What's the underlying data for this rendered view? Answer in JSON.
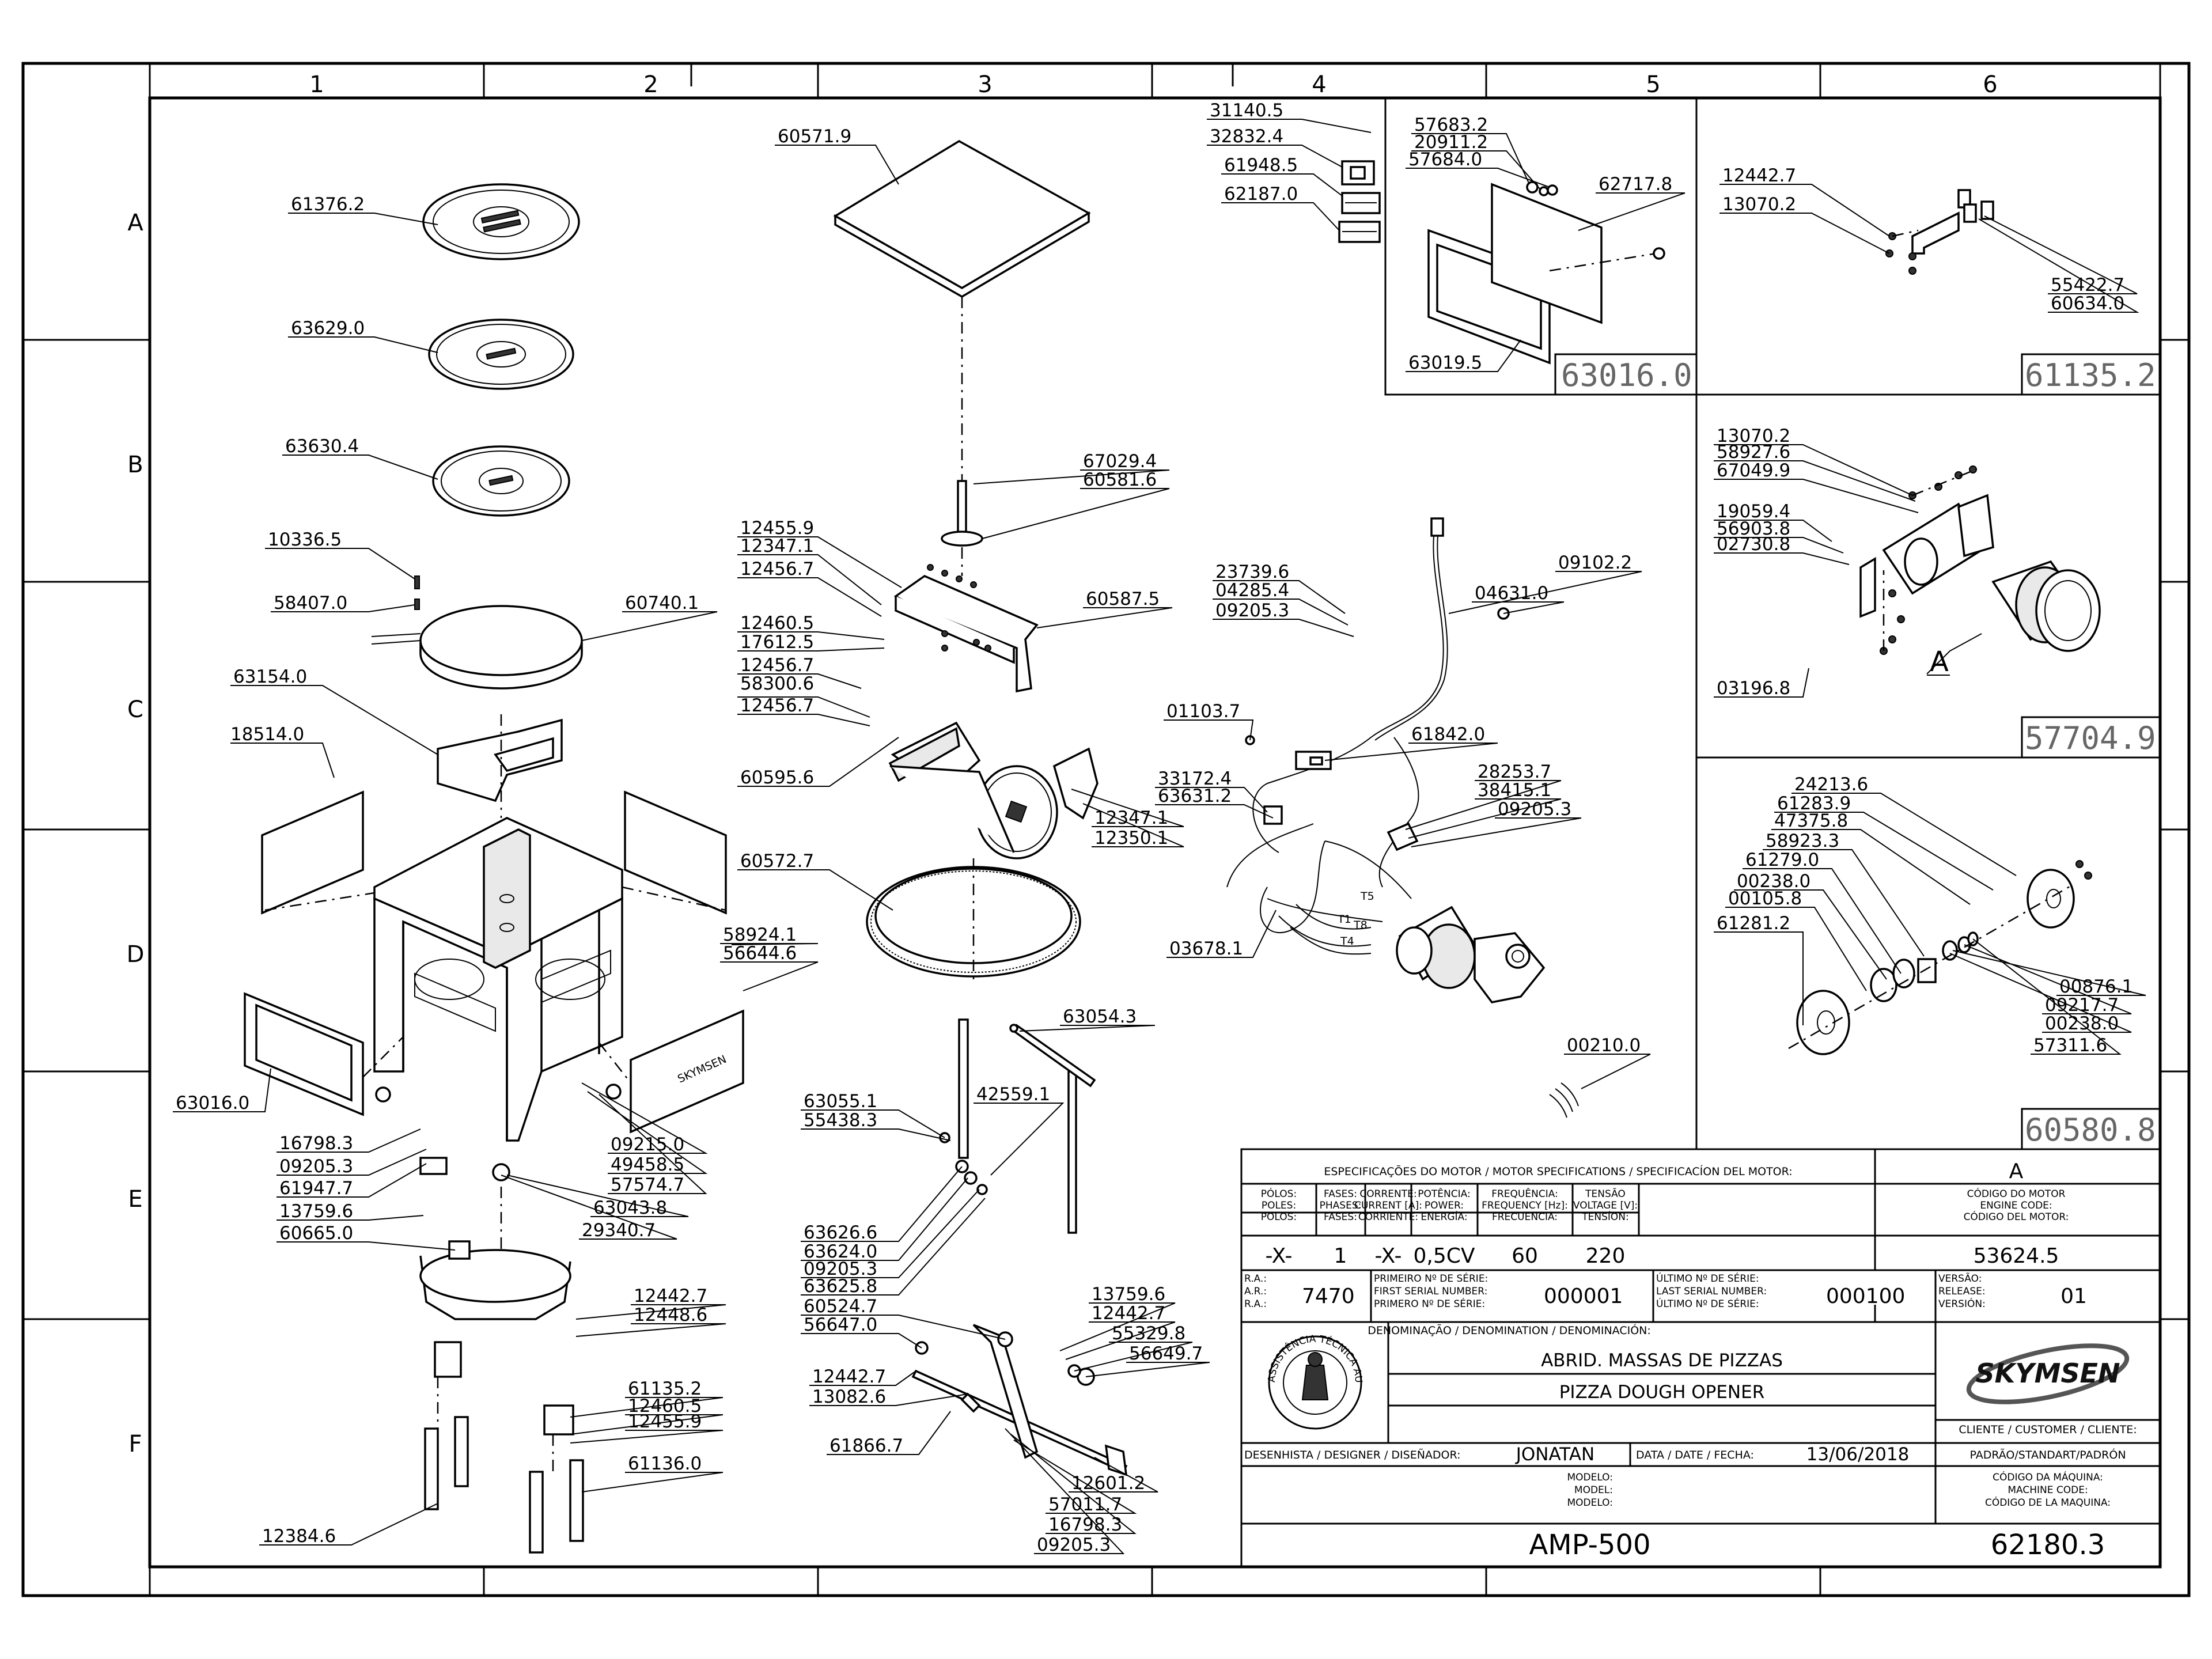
{
  "grid": {
    "columns": [
      "1",
      "2",
      "3",
      "4",
      "5",
      "6"
    ],
    "rows": [
      "A",
      "B",
      "C",
      "D",
      "E",
      "F"
    ]
  },
  "callouts": {
    "c61376_2": "61376.2",
    "c63629_0": "63629.0",
    "c63630_4": "63630.4",
    "c10336_5": "10336.5",
    "c58407_0": "58407.0",
    "c60740_1": "60740.1",
    "c63154_0": "63154.0",
    "c18514_0": "18514.0",
    "c63016_0_left": "63016.0",
    "c16798_3_left": "16798.3",
    "c09205_3_l1": "09205.3",
    "c61947_7": "61947.7",
    "c13759_6_left": "13759.6",
    "c60665_0": "60665.0",
    "c12442_7_left": "12442.7",
    "c12448_6": "12448.6",
    "c61135_2_left": "61135.2",
    "c12460_5_left": "12460.5",
    "c12455_9_left": "12455.9",
    "c61136_0": "61136.0",
    "c12384_6": "12384.6",
    "c09215_0": "09215.0",
    "c49458_5": "49458.5",
    "c57574_7": "57574.7",
    "c63043_8": "63043.8",
    "c29340_7": "29340.7",
    "c58924_1": "58924.1",
    "c56644_6": "56644.6",
    "c60571_9": "60571.9",
    "c67029_4": "67029.4",
    "c60581_6": "60581.6",
    "c12455_9": "12455.9",
    "c12347_1": "12347.1",
    "c12456_7a": "12456.7",
    "c60587_5": "60587.5",
    "c12460_5": "12460.5",
    "c17612_5": "17612.5",
    "c12456_7b": "12456.7",
    "c58300_6": "58300.6",
    "c12456_7c": "12456.7",
    "c60595_6": "60595.6",
    "c12347_1b": "12347.1",
    "c12350_1": "12350.1",
    "c60572_7": "60572.7",
    "c63054_3": "63054.3",
    "c63055_1": "63055.1",
    "c55438_3": "55438.3",
    "c42559_1": "42559.1",
    "c63626_6": "63626.6",
    "c63624_0": "63624.0",
    "c09205_3_m": "09205.3",
    "c63625_8": "63625.8",
    "c60524_7": "60524.7",
    "c56647_0": "56647.0",
    "c13759_6": "13759.6",
    "c12442_7_m": "12442.7",
    "c55329_8": "55329.8",
    "c56649_7": "56649.7",
    "c12442_7_m2": "12442.7",
    "c13082_6": "13082.6",
    "c61866_7": "61866.7",
    "c12601_2": "12601.2",
    "c57011_7": "57011.7",
    "c16798_3": "16798.3",
    "c09205_3_b": "09205.3",
    "c31140_5": "31140.5",
    "c32832_4": "32832.4",
    "c61948_5": "61948.5",
    "c62187_0": "62187.0",
    "c23739_6": "23739.6",
    "c04285_4": "04285.4",
    "c09205_3_c": "09205.3",
    "c09102_2": "09102.2",
    "c04631_0": "04631.0",
    "c01103_7": "01103.7",
    "c61842_0": "61842.0",
    "c33172_4": "33172.4",
    "c63631_2": "63631.2",
    "c28253_7": "28253.7",
    "c38415_1": "38415.1",
    "c09205_3_d": "09205.3",
    "c03678_1": "03678.1",
    "c00210_0": "00210.0",
    "c57683_2": "57683.2",
    "c20911_2": "20911.2",
    "c57684_0": "57684.0",
    "c62717_8": "62717.8",
    "c63019_5": "63019.5",
    "c12442_7_r": "12442.7",
    "c13070_2_r": "13070.2",
    "c55422_7": "55422.7",
    "c60634_0": "60634.0",
    "c13070_2": "13070.2",
    "c58927_6": "58927.6",
    "c67049_9": "67049.9",
    "c19059_4": "19059.4",
    "c56903_8": "56903.8",
    "c02730_8": "02730.8",
    "c03196_8": "03196.8",
    "cA": "A",
    "c24213_6": "24213.6",
    "c61283_9": "61283.9",
    "c47375_8": "47375.8",
    "c58923_3": "58923.3",
    "c61279_0": "61279.0",
    "c00238_0": "00238.0",
    "c00105_8": "00105.8",
    "c61281_2": "61281.2",
    "c00876_1": "00876.1",
    "c09217_7": "09217.7",
    "c00238_0b": "00238.0",
    "c57311_6": "57311.6",
    "wire_T1": "T1",
    "wire_T5": "T5",
    "wire_T8": "T8",
    "wire_T4": "T4"
  },
  "sub_assemblies": {
    "box_63016": "63016.0",
    "box_61135": "61135.2",
    "box_57704": "57704.9",
    "box_60580": "60580.8"
  },
  "title_block": {
    "motor_spec_header": "ESPECIFICAÇÕES DO MOTOR / MOTOR SPECIFICATIONS / SPECIFICACÍON DEL MOTOR:",
    "motor_letter": "A",
    "poles": [
      "PÓLOS:",
      "POLES:",
      "POLOS:"
    ],
    "phases": [
      "FASES:",
      "PHASES:",
      "FASES:"
    ],
    "current": [
      "CORRENTE:",
      "CURRENT [A]:",
      "CORRIENTE:"
    ],
    "power": [
      "POTÊNCIA:",
      "POWER:",
      "ENERGÍA:"
    ],
    "frequency": [
      "FREQUÊNCIA:",
      "FREQUENCY [Hz]:",
      "FRECUENCIA:"
    ],
    "voltage": [
      "TENSÃO",
      "VOLTAGE [V]:",
      "TENSÍON:"
    ],
    "engine_code": [
      "CÓDIGO DO MOTOR",
      "ENGINE CODE:",
      "CÓDIGO DEL MOTOR:"
    ],
    "v_poles": "-X-",
    "v_phases": "1",
    "v_current": "-X-",
    "v_power": "0,5CV",
    "v_freq": "60",
    "v_voltage": "220",
    "v_engine": "53624.5",
    "ra": [
      "R.A.:",
      "A.R.:",
      "R.A.:"
    ],
    "v_ra": "7470",
    "first_serial": [
      "PRIMEIRO Nº DE SÉRIE:",
      "FIRST SERIAL NUMBER:",
      "PRIMERO Nº DE SÉRIE:"
    ],
    "v_first": "000001",
    "last_serial": [
      "ÚLTIMO Nº DE SÉRIE:",
      "LAST SERIAL NUMBER:",
      "ÚLTIMO Nº DE SÉRIE:"
    ],
    "v_last": "000100",
    "version": [
      "VERSÃO:",
      "RELEASE:",
      "VERSIÓN:"
    ],
    "v_version": "01",
    "denomination_header": "DENOMINAÇÃO / DENOMINATION / DENOMINACIÓN:",
    "name_pt": "ABRID. MASSAS DE PIZZAS",
    "name_en": "PIZZA DOUGH OPENER",
    "brand": "SKYMSEN",
    "client_label": "CLIENTE / CUSTOMER / CLIENTE:",
    "client_value": "PADRÃO/STANDART/PADRÓN",
    "designer_label": "DESENHISTA / DESIGNER / DISEÑADOR:",
    "designer": "JONATAN",
    "date_label": "DATA / DATE / FECHA:",
    "date": "13/06/2018",
    "model_labels": [
      "MODELO:",
      "MODEL:",
      "MODELO:"
    ],
    "machine_code_labels": [
      "CÓDIGO DA MÁQUINA:",
      "MACHINE CODE:",
      "CÓDIGO DE LA MAQUINA:"
    ],
    "model": "AMP-500",
    "machine_code": "62180.3",
    "seal_text": "ASSISTÊNCIA TÉCNICA AUTORIZADA"
  }
}
